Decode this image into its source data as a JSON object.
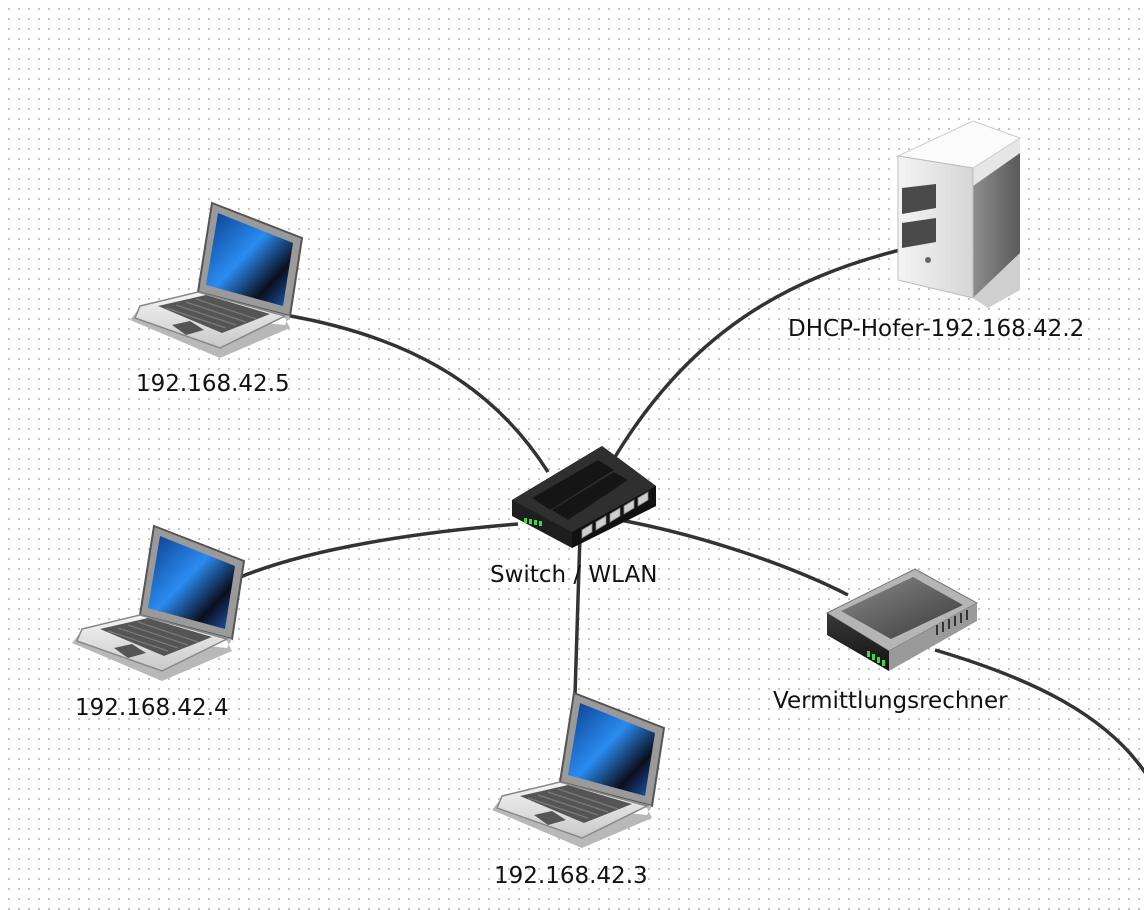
{
  "diagram": {
    "nodes": {
      "laptop_5": {
        "label": "192.168.42.5",
        "icon": "laptop-icon"
      },
      "laptop_4": {
        "label": "192.168.42.4",
        "icon": "laptop-icon"
      },
      "laptop_3": {
        "label": "192.168.42.3",
        "icon": "laptop-icon"
      },
      "server": {
        "label": "DHCP-Hofer-192.168.42.2",
        "icon": "server-icon"
      },
      "switch": {
        "label": "Switch / WLAN",
        "icon": "network-switch-icon"
      },
      "router": {
        "label": "Vermittlungsrechner",
        "icon": "router-icon"
      }
    },
    "connections": [
      {
        "from": "switch",
        "to": "laptop_5"
      },
      {
        "from": "switch",
        "to": "laptop_4"
      },
      {
        "from": "switch",
        "to": "laptop_3"
      },
      {
        "from": "switch",
        "to": "server"
      },
      {
        "from": "switch",
        "to": "router"
      },
      {
        "from": "router",
        "to": "offscreen"
      }
    ],
    "colors": {
      "wire": "#333333",
      "screen": "#1d6fd6",
      "switch_body": "#1e1e1e",
      "led": "#3fd93f"
    }
  }
}
